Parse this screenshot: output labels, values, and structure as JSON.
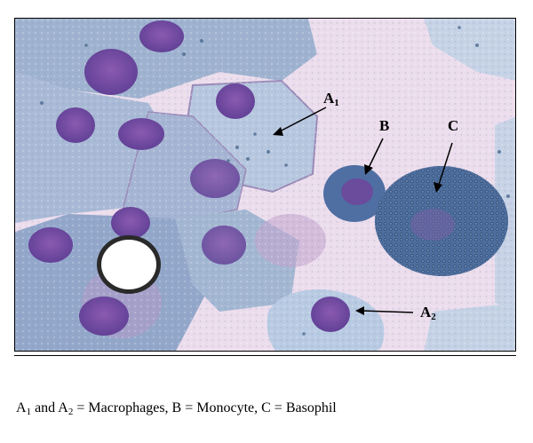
{
  "figure": {
    "labels": {
      "a1": {
        "letter": "A",
        "sub": "1"
      },
      "b": "B",
      "c": "C",
      "a2": {
        "letter": "A",
        "sub": "2"
      }
    },
    "caption": {
      "a1_letter": "A",
      "a1_sub": "1",
      "and": " and ",
      "a2_letter": "A",
      "a2_sub": "2",
      "rest": " = Macrophages, B = Monocyte, C = Basophil"
    }
  }
}
